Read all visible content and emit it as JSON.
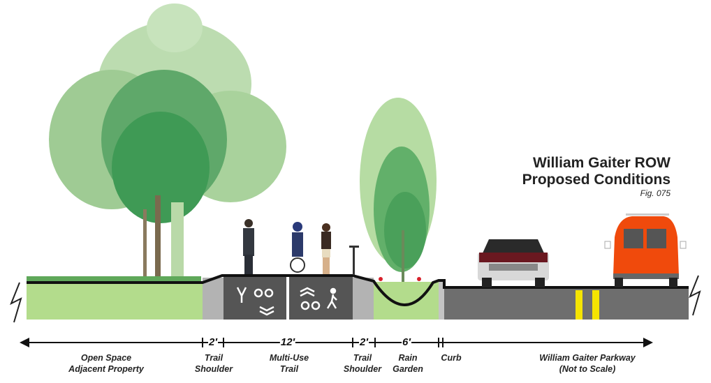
{
  "title": {
    "line1": "William Gaiter ROW",
    "line2": "Proposed Conditions",
    "figure": "Fig. 075"
  },
  "dimensions": [
    {
      "value": "2′",
      "label": "Trail Shoulder"
    },
    {
      "value": "12′",
      "label": "Multi-Use Trail"
    },
    {
      "value": "2′",
      "label": "Trail Shoulder"
    },
    {
      "value": "6′",
      "label": "Rain Garden"
    }
  ],
  "labels": {
    "open_space_1": "Open Space",
    "open_space_2": "Adjacent Property",
    "shoulder1_1": "Trail",
    "shoulder1_2": "Shoulder",
    "trail_1": "Multi-Use",
    "trail_2": "Trail",
    "shoulder2_1": "Trail",
    "shoulder2_2": "Shoulder",
    "rain_1": "Rain",
    "rain_2": "Garden",
    "curb": "Curb",
    "parkway_1": "William Gaiter Parkway",
    "parkway_2": "(Not to Scale)"
  },
  "colors": {
    "grass": "#b3dc8c",
    "trail": "#555555",
    "shoulder": "#b3b3b3",
    "road": "#6e6e6e",
    "stripe": "#f5e400",
    "van": "#f04a0c"
  }
}
